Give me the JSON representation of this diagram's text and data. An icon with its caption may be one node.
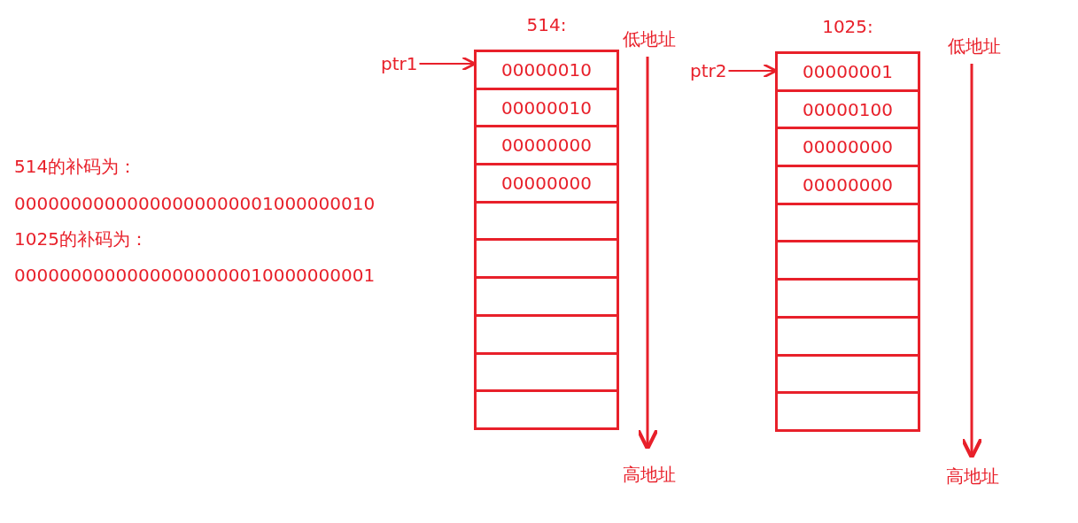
{
  "diagram": {
    "nodes": [
      {
        "text": [
          "514:"
        ]
      },
      {
        "text": [
          "00000010"
        ],
        "in": 0
      },
      {
        "text": [
          "00000010"
        ],
        "in": 0
      },
      {
        "text": [
          "00000000"
        ],
        "in": 0
      },
      {
        "text": [
          "00000000"
        ],
        "in": 0
      },
      {
        "text": [],
        "shape": "box",
        "in": 0
      },
      {
        "text": [],
        "shape": "box",
        "in": 0
      },
      {
        "text": [],
        "shape": "box",
        "in": 0
      },
      {
        "text": [],
        "shape": "box",
        "in": 0
      },
      {
        "text": [],
        "shape": "box",
        "in": 0
      },
      {
        "text": [],
        "shape": "box",
        "in": 0
      },
      {
        "text": [
          "ptr1"
        ]
      },
      {
        "text": [
          "1025:"
        ]
      },
      {
        "text": [
          "00000001"
        ],
        "in": 12
      },
      {
        "text": [
          "00000100"
        ],
        "in": 12
      },
      {
        "text": [
          "00000000"
        ],
        "in": 12
      },
      {
        "text": [
          "00000000"
        ],
        "in": 12
      },
      {
        "text": [],
        "shape": "box",
        "in": 12
      },
      {
        "text": [],
        "shape": "box",
        "in": 12
      },
      {
        "text": [],
        "shape": "box",
        "in": 12
      },
      {
        "text": [],
        "shape": "box",
        "in": 12
      },
      {
        "text": [],
        "shape": "box",
        "in": 12
      },
      {
        "text": [],
        "shape": "box",
        "in": 12
      },
      {
        "text": [
          "ptr2"
        ]
      }
    ],
    "edges": [
      {
        "from": 11,
        "to": 1,
        "arrow": "to"
      },
      {
        "from": 23,
        "to": 13,
        "arrow": "to"
      }
    ],
    "labels": [
      "514的补码为：",
      "00000000000000000000001000000010",
      "1025的补码为：",
      "00000000000000000000010000000001",
      "低地址",
      "低地址",
      "高地址",
      "高地址"
    ]
  }
}
